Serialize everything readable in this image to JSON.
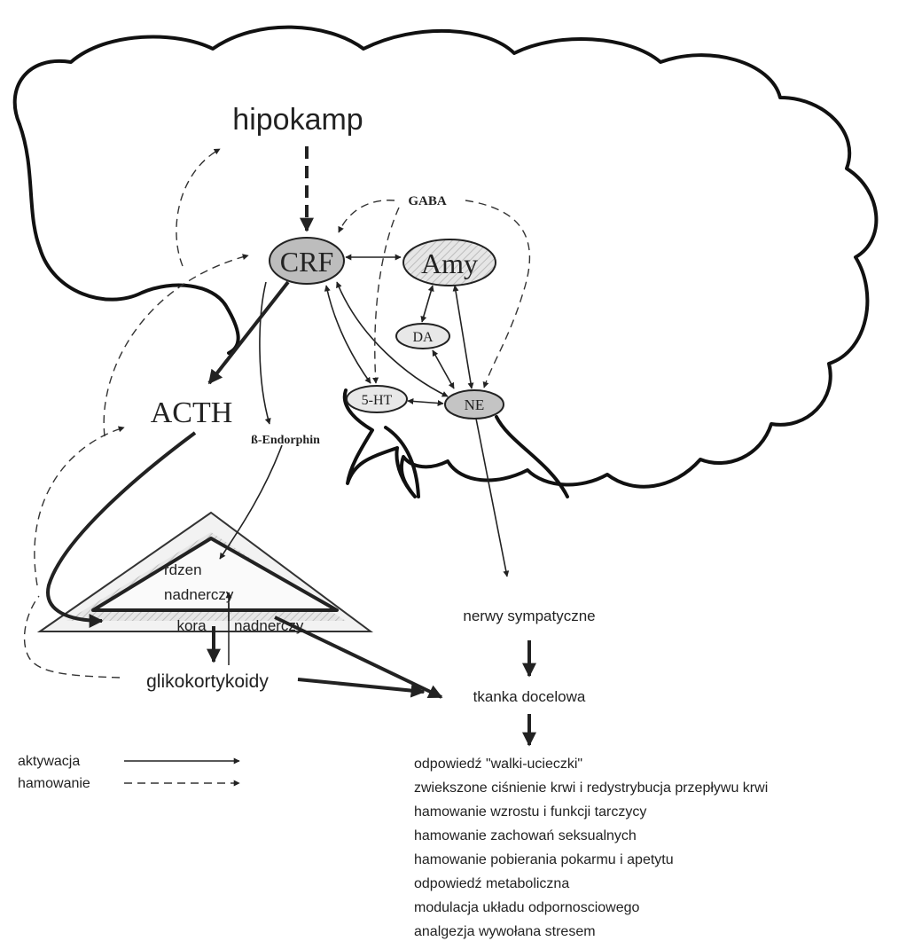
{
  "nodes": {
    "hipokamp": "hipokamp",
    "gaba": "GABA",
    "crf": "CRF",
    "amy": "Amy",
    "da": "DA",
    "serotonin": "5-HT",
    "ne": "NE",
    "acth": "ACTH",
    "endorphin": "ß-Endorphin",
    "rdzen_line1": "rdzen",
    "rdzen_line2": "nadnerczy",
    "kora": "kora",
    "kora_nadnerczy": "nadnerczy",
    "glikokortykoidy": "glikokortykoidy",
    "nerwy": "nerwy sympatyczne",
    "tkanka": "tkanka docelowa"
  },
  "legend": {
    "activation": "aktywacja",
    "inhibition": "hamowanie"
  },
  "responses": [
    "odpowiedź \"walki-ucieczki\"",
    "zwiekszone ciśnienie krwi i redystrybucja przepływu krwi",
    "hamowanie wzrostu i funkcji tarczycy",
    "hamowanie zachowań seksualnych",
    "hamowanie pobierania pokarmu i apetytu",
    "odpowiedź metaboliczna",
    "modulacja układu odpornosciowego",
    "analgezja wywołana stresem"
  ]
}
